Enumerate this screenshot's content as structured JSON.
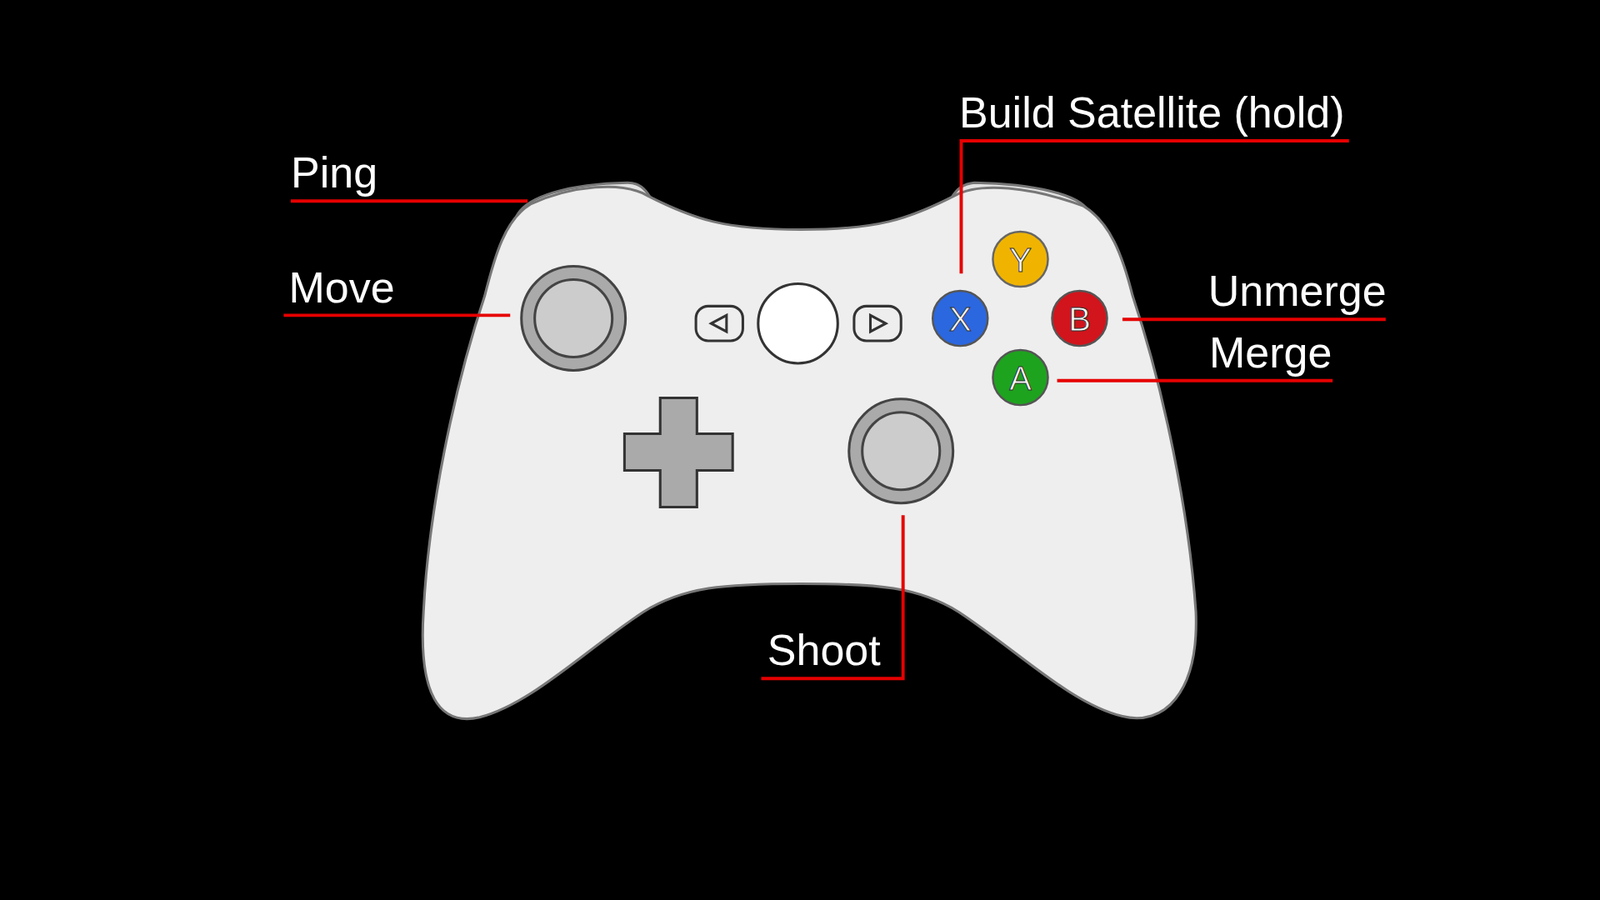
{
  "diagram": {
    "labels": [
      "Build Satellite (hold)",
      "Ping",
      "Y",
      "Move",
      "Unmerge",
      "X",
      "B",
      "Merge",
      "A",
      "Shoot"
    ]
  }
}
